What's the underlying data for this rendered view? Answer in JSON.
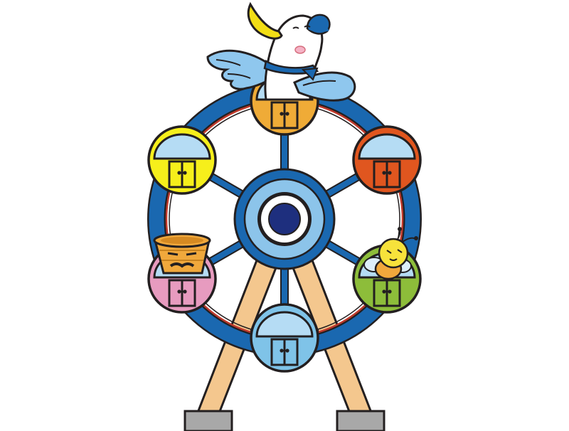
{
  "scene": {
    "subject": "ferris-wheel-illustration",
    "characters": [
      "bird-mascot",
      "bucket-mascot",
      "bee-mascot"
    ]
  },
  "colors": {
    "background": "#ffffff",
    "outline": "#231f20",
    "wheel_blue": "#1a68b0",
    "rim_red": "#c0392b",
    "hub_light_blue": "#8cc4ea",
    "hub_dark_blue": "#1e2f7e",
    "support_tan": "#f4c78e",
    "base_gray": "#a8a8a8",
    "window_blue": "#b5dcf4",
    "bird_blue": "#8fc7ee",
    "bird_beak": "#f2de15",
    "bucket_orange": "#f0a83c",
    "bee_yellow": "#f7e23b"
  },
  "gondolas": [
    {
      "position": "top",
      "color": "#efab37"
    },
    {
      "position": "upper-right",
      "color": "#e0561f"
    },
    {
      "position": "lower-right",
      "color": "#8dbd3a"
    },
    {
      "position": "bottom",
      "color": "#7fc3e8"
    },
    {
      "position": "lower-left",
      "color": "#e79bbf"
    },
    {
      "position": "upper-left",
      "color": "#f6ef1b"
    }
  ]
}
